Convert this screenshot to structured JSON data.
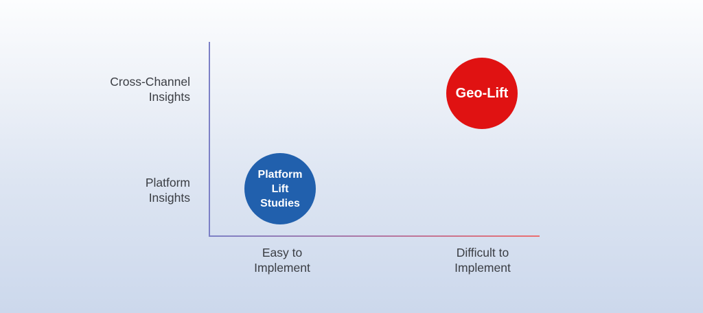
{
  "chart_data": {
    "type": "scatter",
    "title": "",
    "x_ticks": [
      "Easy to\nImplement",
      "Difficult to\nImplement"
    ],
    "y_ticks": [
      "Platform\nInsights",
      "Cross-Channel\nInsights"
    ],
    "x_axis_meaning": "Ease of implementation (left = easy, right = difficult)",
    "y_axis_meaning": "Scope of insights (bottom = platform, top = cross-channel)",
    "grid": false,
    "legend": "none",
    "points": [
      {
        "label": "Platform\nLift\nStudies",
        "x": 0.214,
        "y": 0.245,
        "x_category": "Easy to Implement",
        "y_category": "Platform Insights",
        "color": "#2160ad"
      },
      {
        "label": "Geo-Lift",
        "x": 0.825,
        "y": 0.738,
        "x_category": "Difficult to Implement",
        "y_category": "Cross-Channel Insights",
        "color": "#e01212"
      }
    ],
    "axis_colors": {
      "y_axis": "#7c80c6",
      "x_axis_start": "#7c80c6",
      "x_axis_end": "#ec6e6f"
    },
    "background_gradient": [
      "#fcfdfe",
      "#ccd8ec"
    ],
    "text_color": "#3a3d43"
  }
}
